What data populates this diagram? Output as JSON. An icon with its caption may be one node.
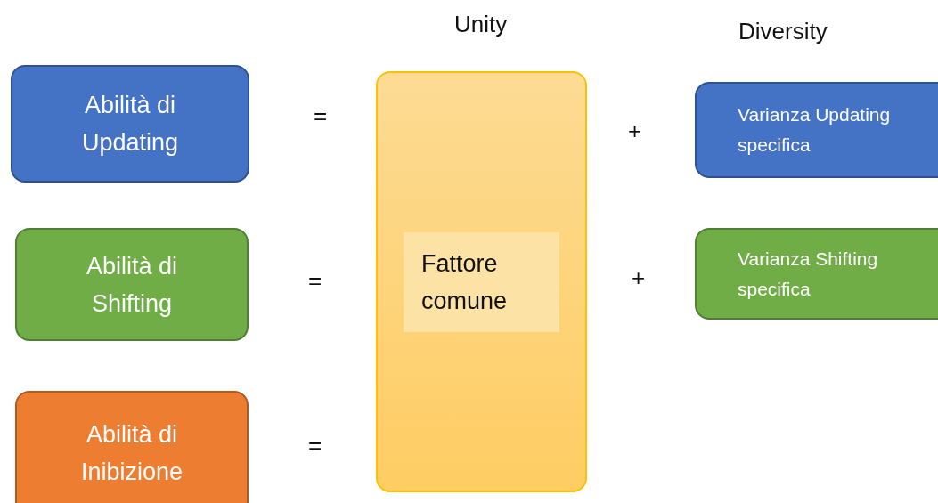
{
  "diagram": {
    "nodes": [
      {
        "text": [
          "Abilità di Updating"
        ]
      },
      {
        "text": [
          "Abilità di Shifting"
        ]
      },
      {
        "text": [
          "Abilità di Inibizione"
        ]
      },
      {
        "text": [
          "Fattore comune"
        ]
      },
      {
        "text": [
          "Varianza Updating specifica"
        ]
      },
      {
        "text": [
          "Varianza Shifting specifica"
        ]
      }
    ],
    "labels": [
      "Unity",
      "Diversity",
      "=",
      "+",
      "=",
      "+",
      "="
    ]
  }
}
